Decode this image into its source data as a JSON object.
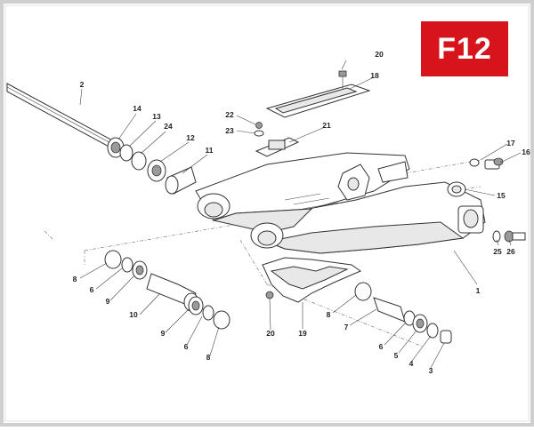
{
  "figure": {
    "code": "F12",
    "badge_color": "#d7131b"
  },
  "callouts": {
    "c1": "1",
    "c2": "2",
    "c3": "3",
    "c4": "4",
    "c5": "5",
    "c6a": "6",
    "c6b": "6",
    "c6c": "6",
    "c7": "7",
    "c8a": "8",
    "c8b": "8",
    "c8c": "8",
    "c9a": "9",
    "c9b": "9",
    "c10": "10",
    "c11": "11",
    "c12": "12",
    "c13": "13",
    "c14": "14",
    "c15": "15",
    "c16": "16",
    "c17": "17",
    "c18": "18",
    "c19": "19",
    "c20a": "20",
    "c20b": "20",
    "c21": "21",
    "c22": "22",
    "c23": "23",
    "c24": "24",
    "c25": "25",
    "c26": "26"
  }
}
